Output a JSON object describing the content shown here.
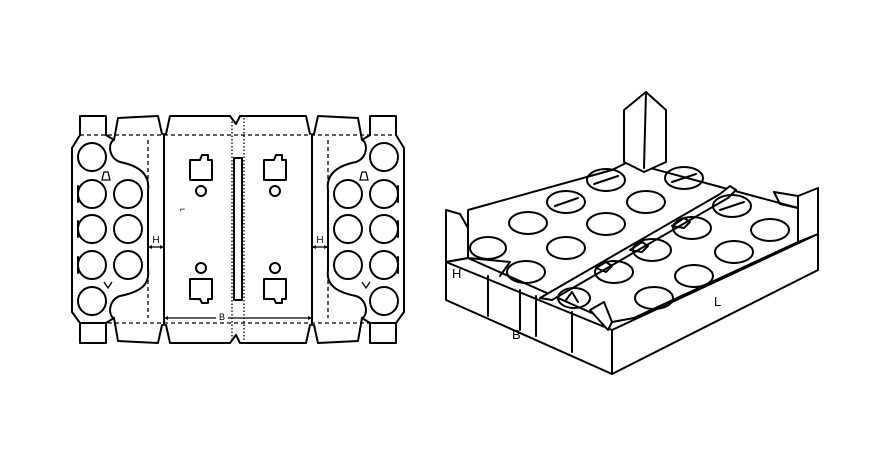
{
  "colors": {
    "line": "#000000",
    "background": "#ffffff"
  },
  "flat_layout": {
    "dim_h_left": "H",
    "dim_h_right": "H",
    "dim_b": "B",
    "mark_l": "⌐"
  },
  "tray_3d": {
    "label_h": "H",
    "label_b": "B",
    "label_l": "L"
  }
}
